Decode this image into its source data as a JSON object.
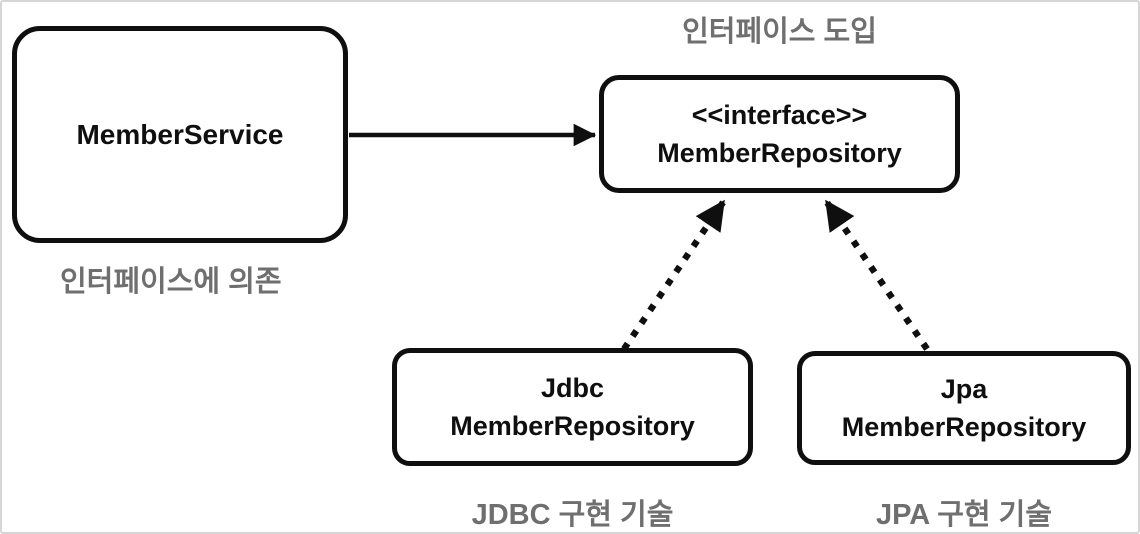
{
  "diagram": {
    "title": "인터페이스 도입",
    "annotations": {
      "member_service_note": "인터페이스에 의존",
      "jdbc_note": "JDBC 구현 기술",
      "jpa_note": "JPA 구현 기술"
    },
    "nodes": {
      "member_service": {
        "line1": "MemberService"
      },
      "interface_repository": {
        "line1": "<<interface>>",
        "line2": "MemberRepository"
      },
      "jdbc_repository": {
        "line1": "Jdbc",
        "line2": "MemberRepository"
      },
      "jpa_repository": {
        "line1": "Jpa",
        "line2": "MemberRepository"
      }
    },
    "edges": [
      {
        "from": "member_service",
        "to": "interface_repository",
        "style": "solid-arrow"
      },
      {
        "from": "jdbc_repository",
        "to": "interface_repository",
        "style": "dashed-arrow"
      },
      {
        "from": "jpa_repository",
        "to": "interface_repository",
        "style": "dashed-arrow"
      }
    ],
    "colors": {
      "node_border": "#0f0f0f",
      "node_fill": "#ffffff",
      "node_text": "#0f0f0f",
      "annotation_text": "#6f6f6f",
      "arrow": "#0f0f0f",
      "frame": "#d6d6d6",
      "background": "#ffffff"
    }
  }
}
